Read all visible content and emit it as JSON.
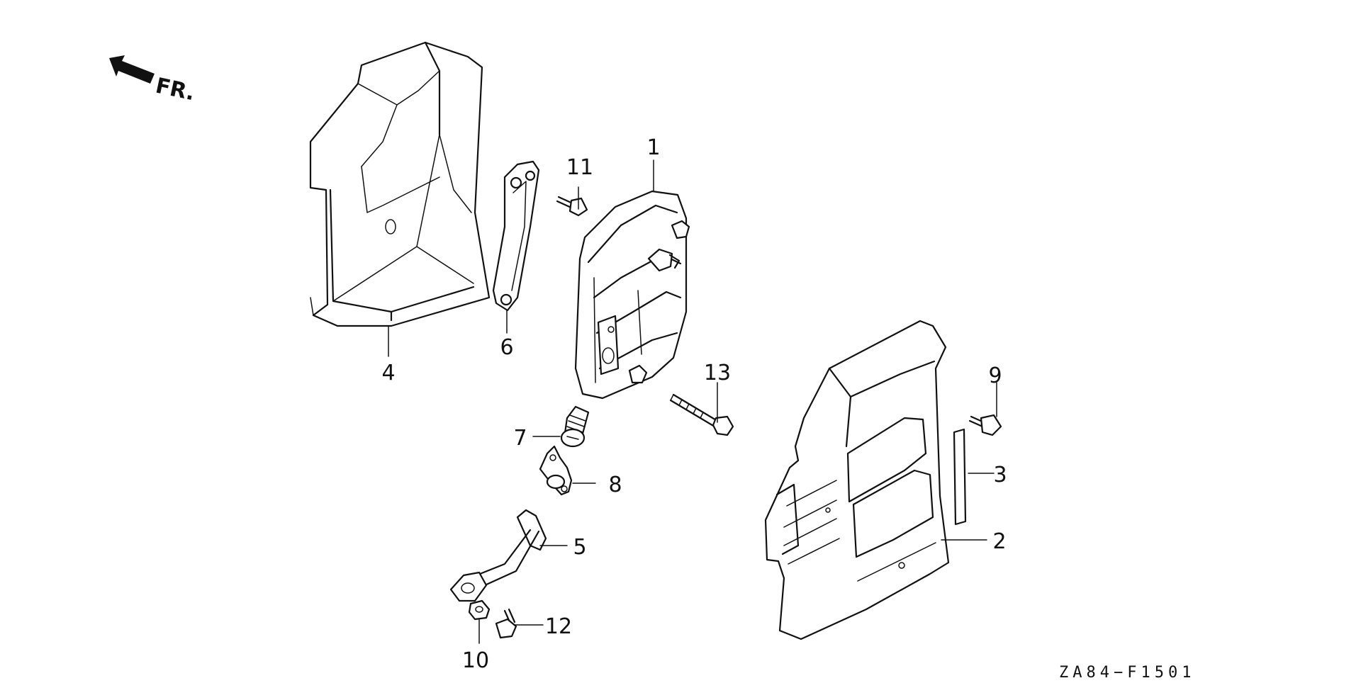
{
  "diagram": {
    "direction_label": "FR.",
    "diagram_code": "ZA84−F1501",
    "callouts": {
      "muffler": "1",
      "muffler_protector": "2",
      "protector_gasket": "3",
      "muffler_cover": "4",
      "exhaust_pipe": "5",
      "muffler_stay": "6",
      "spark_arrester": "7",
      "muffler_gasket": "8",
      "flange_bolt_protector": "9",
      "flange_nut": "10",
      "flange_bolt_stay": "11",
      "flange_bolt_pipe": "12",
      "stud_bolt": "13"
    }
  }
}
